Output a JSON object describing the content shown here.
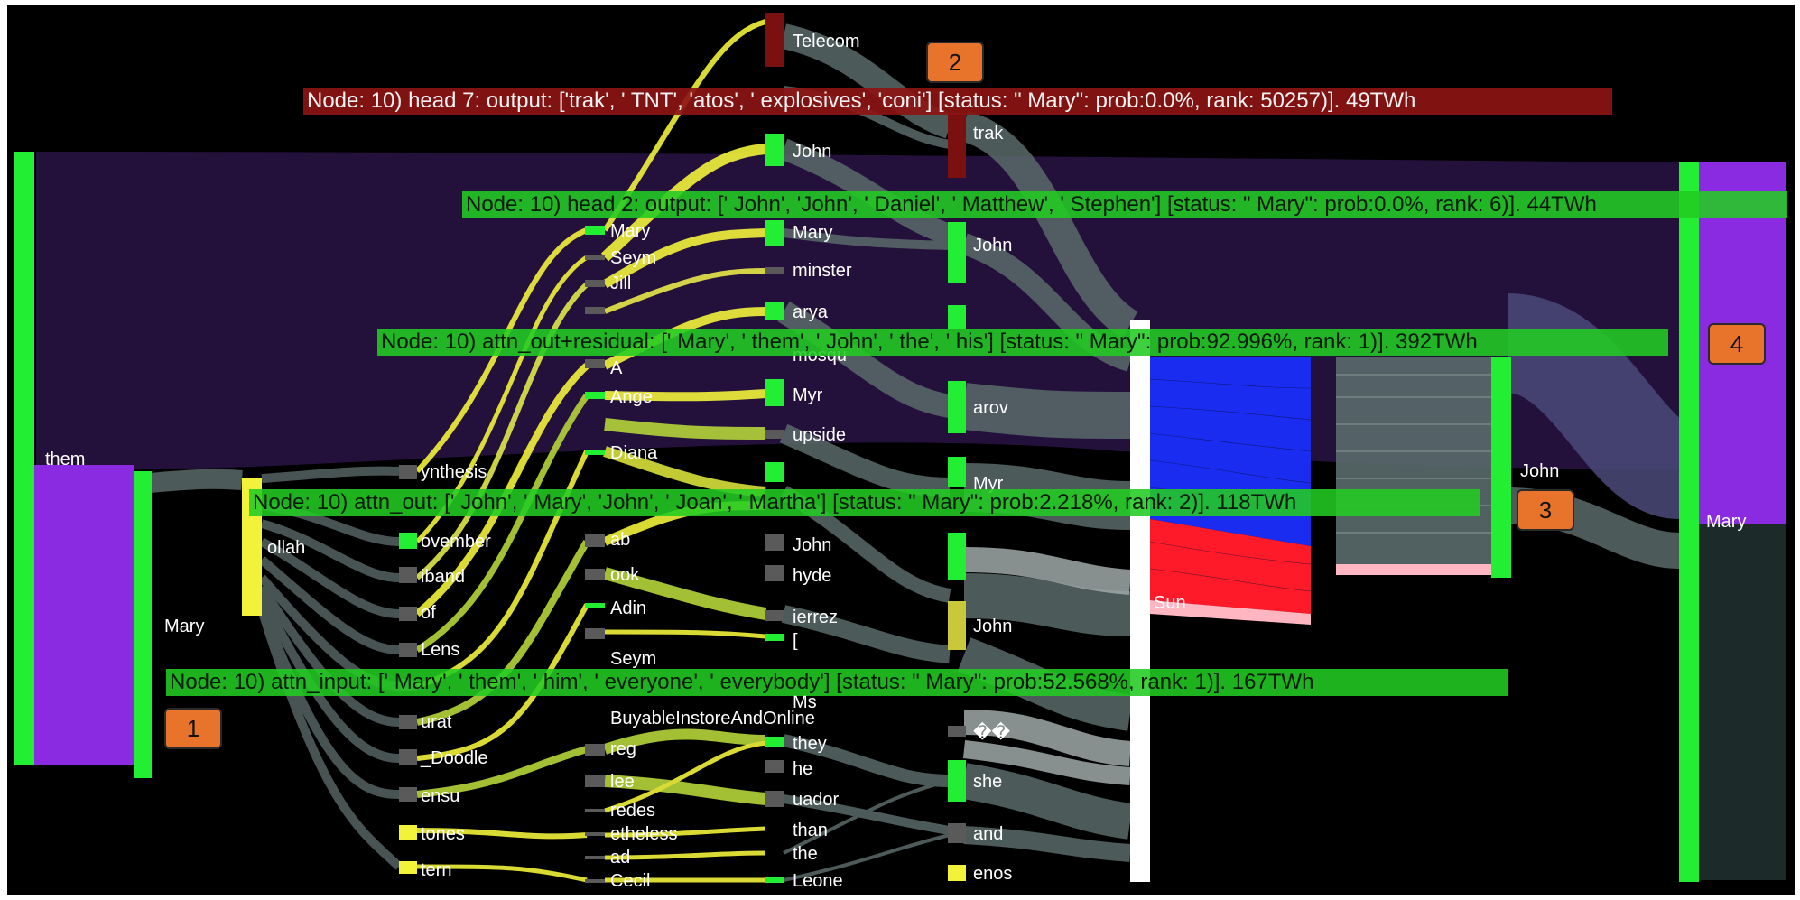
{
  "colors": {
    "background": "#000000",
    "band_dark": "#25123f",
    "purple": "#8a2be2",
    "green": "#22ee33",
    "yellow": "#f2f23a",
    "yellow_green": "#b5d43a",
    "gray_link": "#5a6a6a",
    "dark_red": "#7a1010",
    "blue": "#1a2cf0",
    "red": "#ff1a2a",
    "pink": "#ffb6c1",
    "tooltip_green": "#22cc22",
    "tooltip_red": "#8c1414",
    "callout": "#e8742c"
  },
  "tooltips": [
    {
      "id": "head7",
      "text": "Node: 10) head 7: output: ['trak', ' TNT', 'atos', ' explosives', 'coni'] [status: \" Mary\": prob:0.0%, rank: 50257)]. 49TWh"
    },
    {
      "id": "head2",
      "text": "Node: 10) head 2: output: [' John', 'John', ' Daniel', ' Matthew', ' Stephen'] [status: \" Mary\": prob:0.0%, rank: 6)]. 44TWh"
    },
    {
      "id": "attn_out_residual",
      "text": "Node: 10) attn_out+residual: [' Mary', ' them', ' John', ' the', ' his'] [status: \" Mary\": prob:92.996%, rank: 1)]. 392TWh"
    },
    {
      "id": "attn_out",
      "text": "Node: 10) attn_out: [' John', ' Mary', 'John', ' Joan', ' Martha'] [status: \" Mary\": prob:2.218%, rank: 2)]. 118TWh"
    },
    {
      "id": "attn_input",
      "text": "Node: 10) attn_input: [' Mary', ' them', ' him', ' everyone', ' everybody'] [status: \" Mary\": prob:52.568%, rank: 1)]. 167TWh"
    }
  ],
  "callouts": [
    "1",
    "2",
    "3",
    "4"
  ],
  "labels": {
    "col0": [
      "them"
    ],
    "col1": [
      "Mary"
    ],
    "col2": [
      "ollah"
    ],
    "col3": [
      "ynthesis",
      "ovember",
      "iband",
      "of",
      "Lens",
      "urat",
      "_Doodle",
      "ensu",
      "tones",
      "tern"
    ],
    "col4": [
      "Mary",
      "Seym",
      "Jill",
      "A",
      "Ange",
      "Diana",
      "ab",
      "ook",
      "Adin",
      "Seym",
      "BuyableInstoreAndOnline",
      "reg",
      "lee",
      "redes",
      "etheless",
      "ad",
      "Cecil"
    ],
    "col5": [
      "Telecom",
      "John",
      "Mary",
      "minster",
      "arya",
      "mosqu",
      "Myr",
      "upside",
      "John",
      "hyde",
      "ierrez",
      "[",
      "Ms",
      "they",
      "he",
      "uador",
      "than",
      "the",
      "Leone"
    ],
    "col6": [
      "trak",
      "John",
      "arov",
      "Myr",
      "John",
      "��",
      "she",
      "and",
      "enos"
    ],
    "col7": [
      "Sun"
    ],
    "col8": [
      "John"
    ],
    "col9": [
      "Mary"
    ]
  }
}
